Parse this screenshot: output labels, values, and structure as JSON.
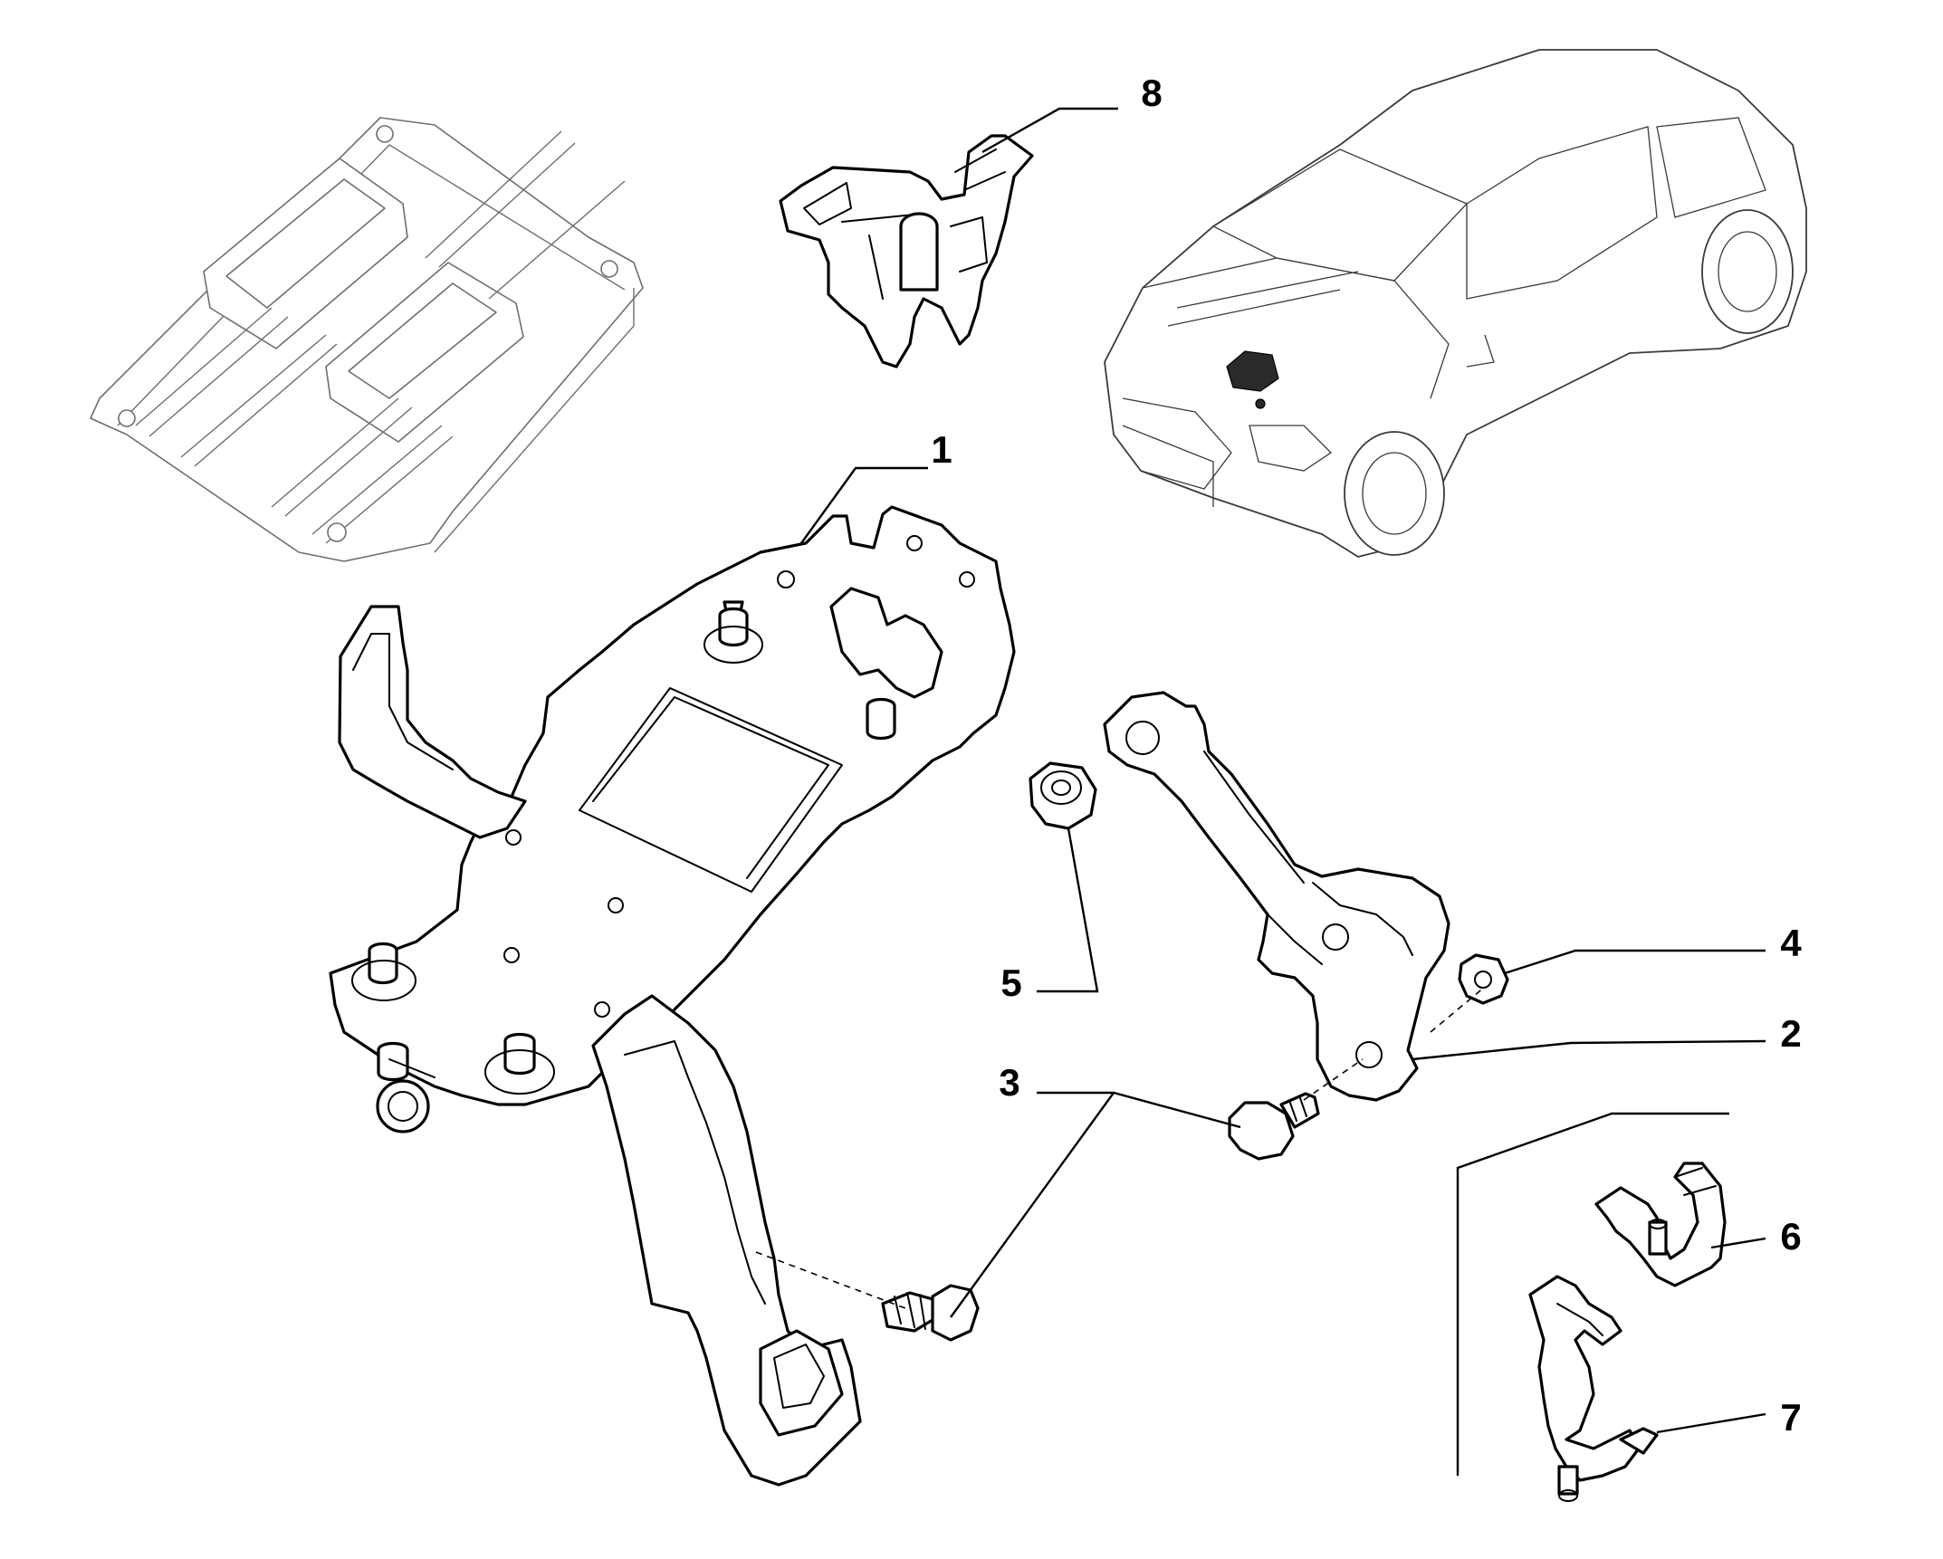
{
  "diagram": {
    "callouts": [
      {
        "id": "1",
        "label": "1"
      },
      {
        "id": "2",
        "label": "2"
      },
      {
        "id": "3",
        "label": "3"
      },
      {
        "id": "4",
        "label": "4"
      },
      {
        "id": "5",
        "label": "5"
      },
      {
        "id": "6",
        "label": "6"
      },
      {
        "id": "7",
        "label": "7"
      },
      {
        "id": "8",
        "label": "8"
      }
    ],
    "colors": {
      "ink": "#000000",
      "ghost": "#6e6e6e",
      "background": "#ffffff"
    }
  }
}
